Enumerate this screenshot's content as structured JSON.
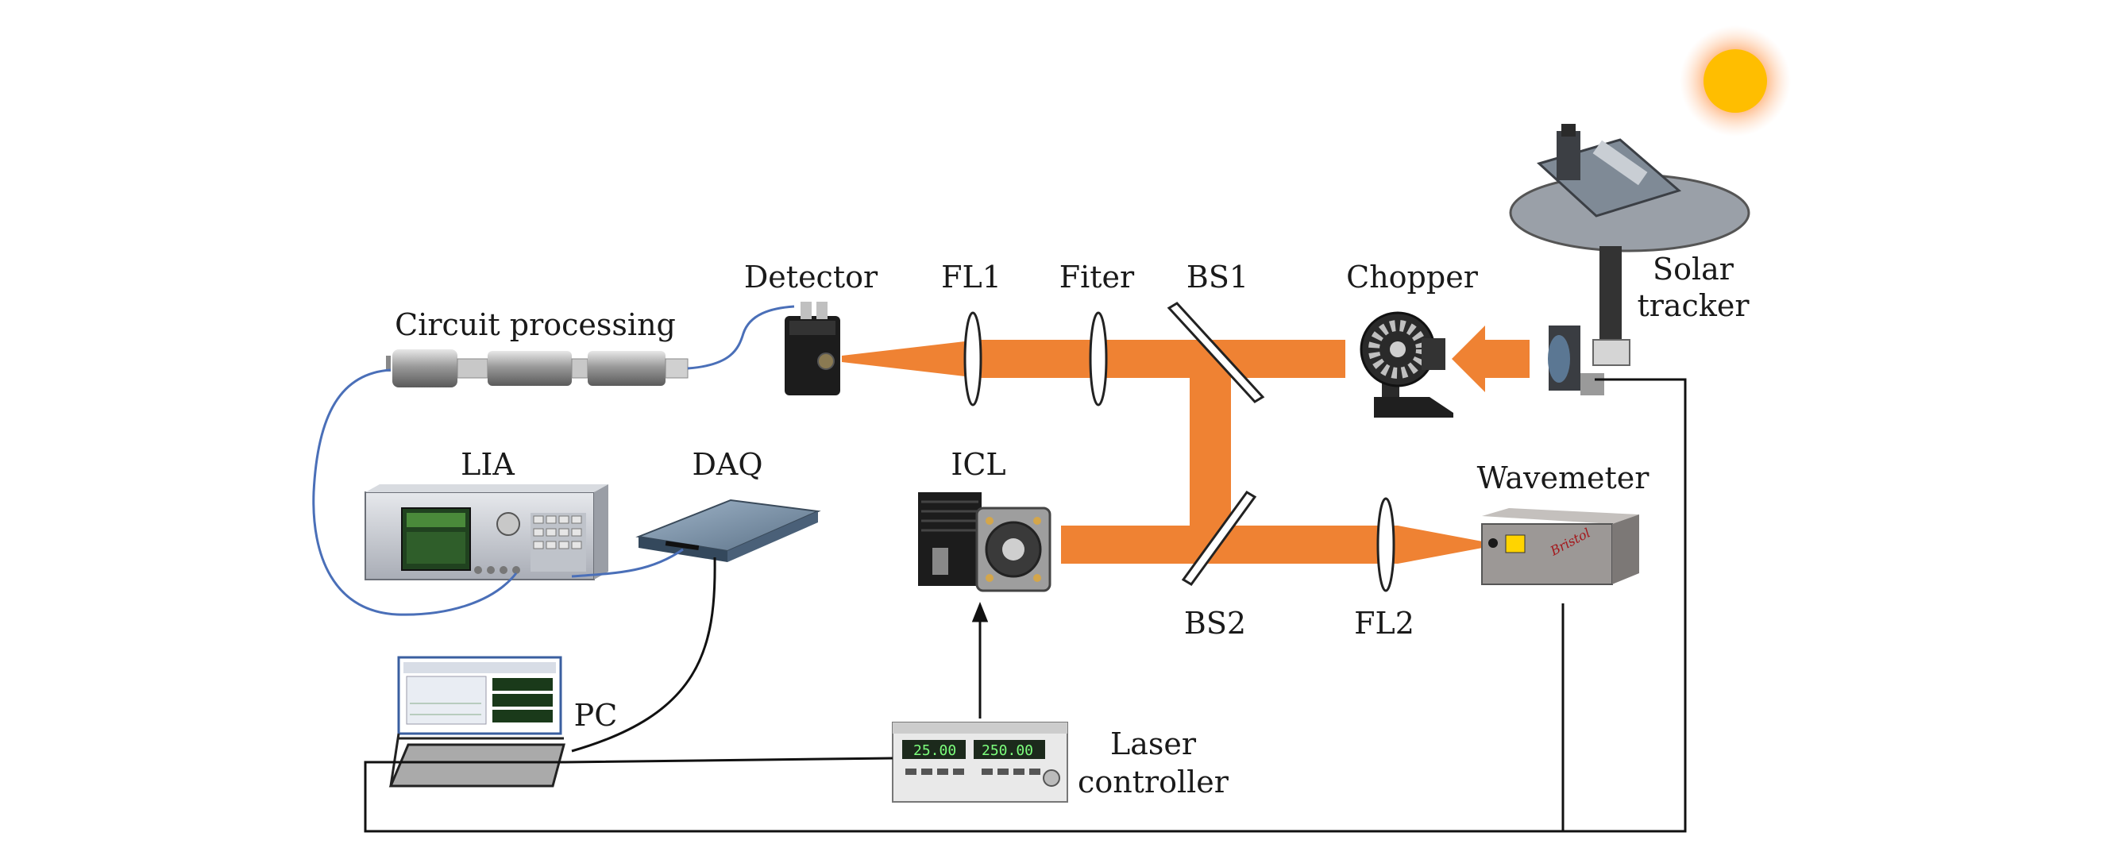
{
  "labels": {
    "detector": "Detector",
    "fl1": "FL1",
    "filter": "Fiter",
    "bs1": "BS1",
    "chopper": "Chopper",
    "solar_tracker_line1": "Solar",
    "solar_tracker_line2": "tracker",
    "circuit_processing": "Circuit processing",
    "lia": "LIA",
    "daq": "DAQ",
    "icl": "ICL",
    "wavemeter": "Wavemeter",
    "bs2": "BS2",
    "fl2": "FL2",
    "pc": "PC",
    "laser_controller_line1": "Laser",
    "laser_controller_line2": "controller"
  },
  "instrument_text": {
    "laser_controller_display_left": "25.00",
    "laser_controller_display_right": "250.00",
    "wavemeter_brand": "Bristol"
  },
  "colors": {
    "beam": "#ef8233",
    "sun_core": "#ffbe00",
    "sun_glow": "#ffb27a",
    "cable": "#4a6fb8",
    "wire": "#111111"
  }
}
